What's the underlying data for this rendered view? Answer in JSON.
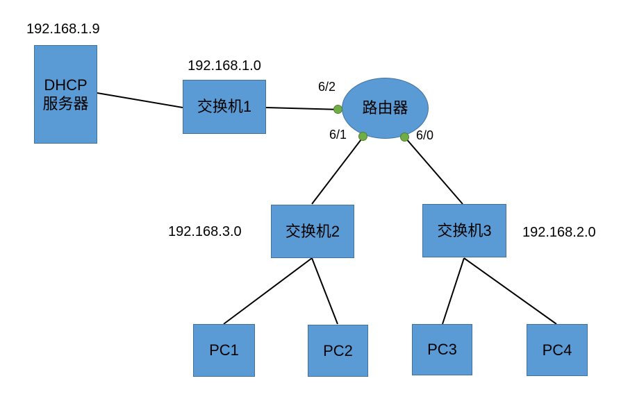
{
  "diagram": {
    "type": "network-topology",
    "colors": {
      "node_fill": "#5B9BD5",
      "node_border": "#41719C",
      "port_fill": "#70AD47",
      "port_border": "#507E32",
      "line": "#000000",
      "text": "#000000",
      "background": "#FFFFFF"
    },
    "nodes": {
      "dhcp_server": {
        "label": "DHCP\n服务器",
        "shape": "rect"
      },
      "switch1": {
        "label": "交换机1",
        "shape": "rect"
      },
      "router": {
        "label": "路由器",
        "shape": "ellipse"
      },
      "switch2": {
        "label": "交换机2",
        "shape": "rect"
      },
      "switch3": {
        "label": "交换机3",
        "shape": "rect"
      },
      "pc1": {
        "label": "PC1",
        "shape": "rect"
      },
      "pc2": {
        "label": "PC2",
        "shape": "rect"
      },
      "pc3": {
        "label": "PC3",
        "shape": "rect"
      },
      "pc4": {
        "label": "PC4",
        "shape": "rect"
      }
    },
    "ip_labels": {
      "dhcp_server_ip": "192.168.1.9",
      "subnet_switch1": "192.168.1.0",
      "subnet_switch2": "192.168.3.0",
      "subnet_switch3": "192.168.2.0"
    },
    "router_ports": {
      "port_6_2": "6/2",
      "port_6_1": "6/1",
      "port_6_0": "6/0"
    },
    "connections": [
      {
        "from": "DHCP服务器",
        "to": "交换机1"
      },
      {
        "from": "交换机1",
        "to": "路由器",
        "router_port": "6/2"
      },
      {
        "from": "路由器",
        "to": "交换机2",
        "router_port": "6/1"
      },
      {
        "from": "路由器",
        "to": "交换机3",
        "router_port": "6/0"
      },
      {
        "from": "交换机2",
        "to": "PC1"
      },
      {
        "from": "交换机2",
        "to": "PC2"
      },
      {
        "from": "交换机3",
        "to": "PC3"
      },
      {
        "from": "交换机3",
        "to": "PC4"
      }
    ]
  }
}
